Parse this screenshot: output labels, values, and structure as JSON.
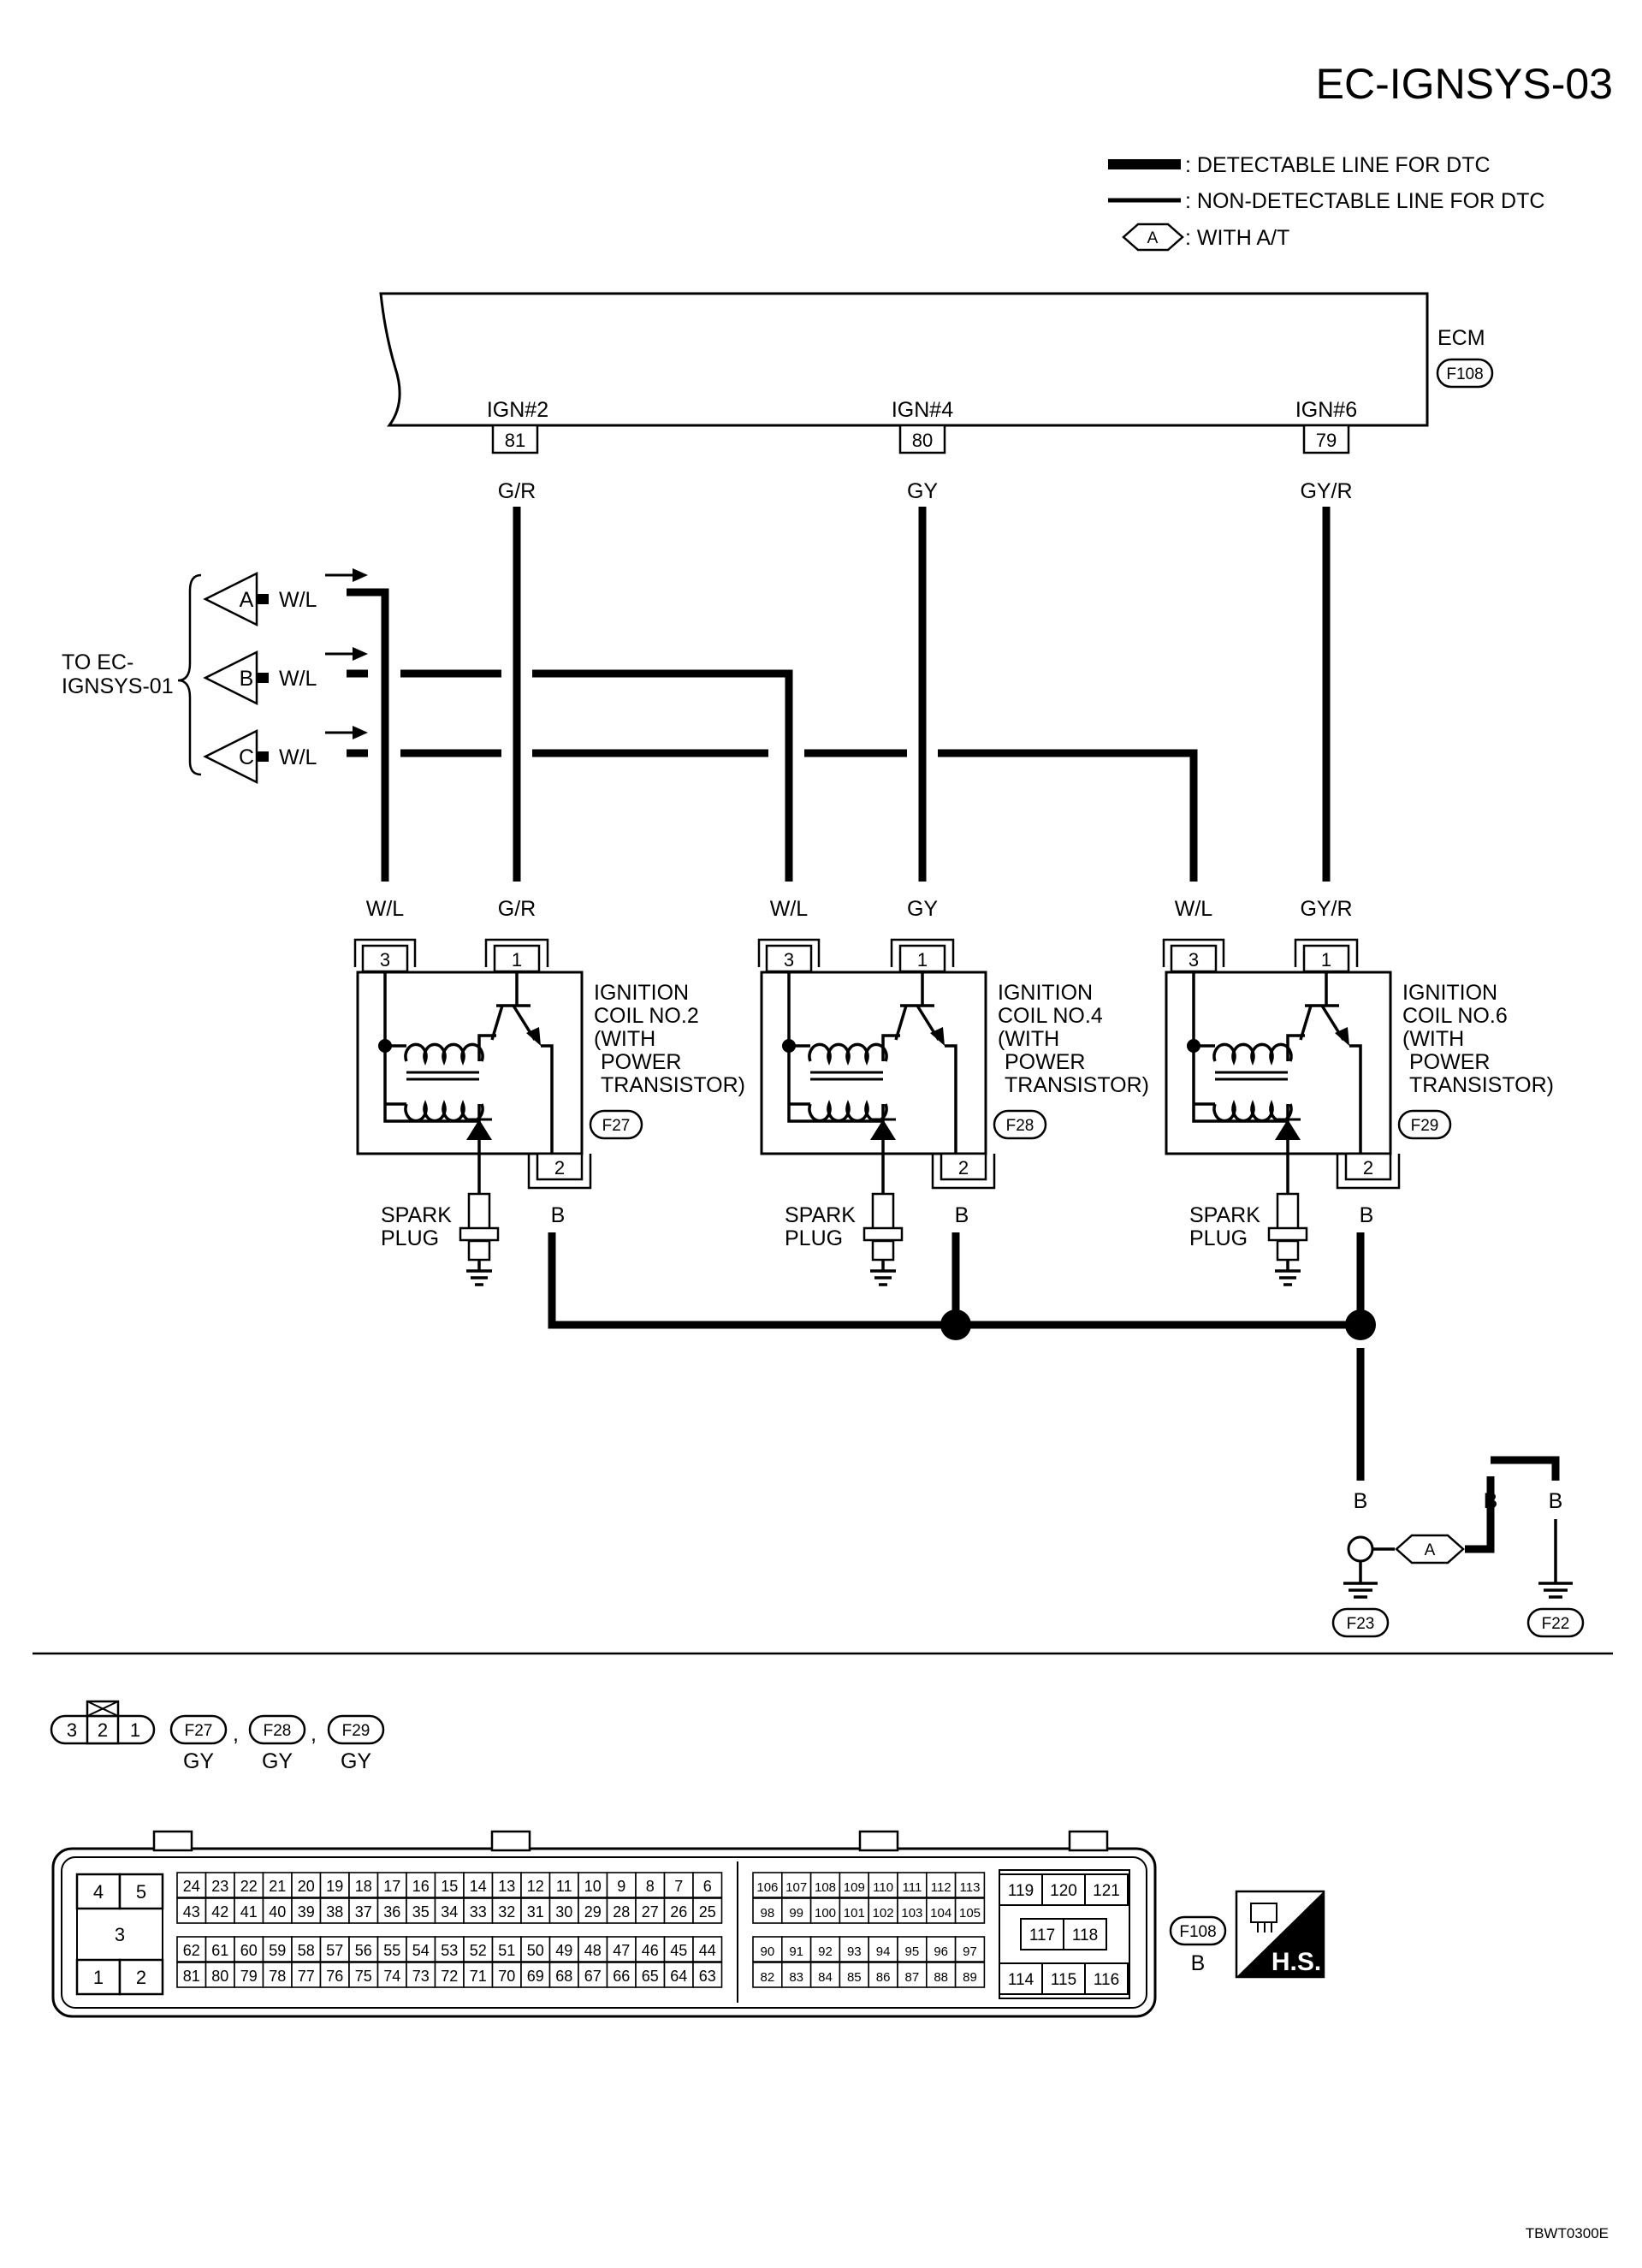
{
  "page": {
    "title": "EC-IGNSYS-03",
    "doc_code": "TBWT0300E"
  },
  "legend": {
    "detectable": ": DETECTABLE LINE FOR DTC",
    "non_detectable": ": NON-DETECTABLE LINE FOR DTC",
    "tag": "A",
    "tag_desc": ": WITH A/T"
  },
  "ecm": {
    "label": "ECM",
    "connector": "F108",
    "terminals": [
      {
        "name": "IGN#2",
        "pin": "81",
        "wire": "G/R"
      },
      {
        "name": "IGN#4",
        "pin": "80",
        "wire": "GY"
      },
      {
        "name": "IGN#6",
        "pin": "79",
        "wire": "GY/R"
      }
    ]
  },
  "to_ref": {
    "line1": "TO EC-",
    "line2": "IGNSYS-01",
    "tags": [
      "A",
      "B",
      "C"
    ],
    "wire": "W/L"
  },
  "coils": [
    {
      "l1": "IGNITION",
      "l2": "COIL NO.2",
      "l3": "(WITH",
      "l4": "POWER",
      "l5": "TRANSISTOR)",
      "connector": "F27",
      "pin3_wire": "W/L",
      "pin1_wire": "G/R",
      "pin2_wire": "B",
      "pin3": "3",
      "pin1": "1",
      "pin2": "2",
      "plug1": "SPARK",
      "plug2": "PLUG"
    },
    {
      "l1": "IGNITION",
      "l2": "COIL NO.4",
      "l3": "(WITH",
      "l4": "POWER",
      "l5": "TRANSISTOR)",
      "connector": "F28",
      "pin3_wire": "W/L",
      "pin1_wire": "GY",
      "pin2_wire": "B",
      "pin3": "3",
      "pin1": "1",
      "pin2": "2",
      "plug1": "SPARK",
      "plug2": "PLUG"
    },
    {
      "l1": "IGNITION",
      "l2": "COIL NO.6",
      "l3": "(WITH",
      "l4": "POWER",
      "l5": "TRANSISTOR)",
      "connector": "F29",
      "pin3_wire": "W/L",
      "pin1_wire": "GY/R",
      "pin2_wire": "B",
      "pin3": "3",
      "pin1": "1",
      "pin2": "2",
      "plug1": "SPARK",
      "plug2": "PLUG"
    }
  ],
  "ground": {
    "wire": "B",
    "tag": "A",
    "g1": "F23",
    "g2": "F22"
  },
  "connector_views": {
    "coil_pins": [
      "3",
      "2",
      "1"
    ],
    "coil_refs": [
      "F27",
      "F28",
      "F29"
    ],
    "coil_color": "GY",
    "sep": ",",
    "ecm_ref": "F108",
    "ecm_color": "B",
    "hs": "H.S.",
    "big": [
      "4",
      "5",
      "3",
      "1",
      "2"
    ],
    "row1": [
      "24",
      "23",
      "22",
      "21",
      "20",
      "19",
      "18",
      "17",
      "16",
      "15",
      "14",
      "13",
      "12",
      "11",
      "10",
      "9",
      "8",
      "7",
      "6"
    ],
    "row2": [
      "43",
      "42",
      "41",
      "40",
      "39",
      "38",
      "37",
      "36",
      "35",
      "34",
      "33",
      "32",
      "31",
      "30",
      "29",
      "28",
      "27",
      "26",
      "25"
    ],
    "row3": [
      "62",
      "61",
      "60",
      "59",
      "58",
      "57",
      "56",
      "55",
      "54",
      "53",
      "52",
      "51",
      "50",
      "49",
      "48",
      "47",
      "46",
      "45",
      "44"
    ],
    "row4": [
      "81",
      "80",
      "79",
      "78",
      "77",
      "76",
      "75",
      "74",
      "73",
      "72",
      "71",
      "70",
      "69",
      "68",
      "67",
      "66",
      "65",
      "64",
      "63"
    ],
    "mrow1": [
      "106",
      "107",
      "108",
      "109",
      "110",
      "111",
      "112",
      "113"
    ],
    "mrow2": [
      "98",
      "99",
      "100",
      "101",
      "102",
      "103",
      "104",
      "105"
    ],
    "mrow3": [
      "90",
      "91",
      "92",
      "93",
      "94",
      "95",
      "96",
      "97"
    ],
    "mrow4": [
      "82",
      "83",
      "84",
      "85",
      "86",
      "87",
      "88",
      "89"
    ],
    "rt": [
      "119",
      "120",
      "121"
    ],
    "rm": [
      "117",
      "118"
    ],
    "rb": [
      "114",
      "115",
      "116"
    ]
  }
}
